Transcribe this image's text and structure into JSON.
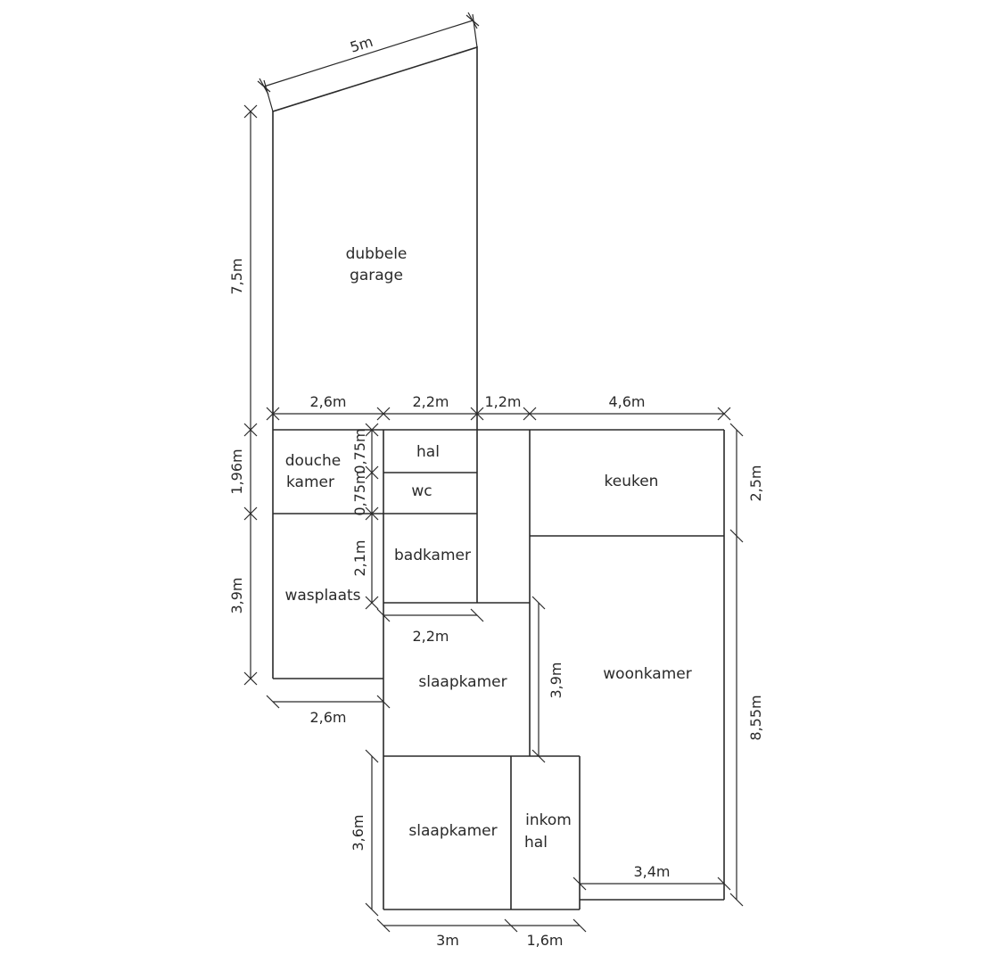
{
  "rooms": {
    "garage": [
      "dubbele",
      "garage"
    ],
    "douchekamer": [
      "douche",
      "kamer"
    ],
    "hal": "hal",
    "wc": "wc",
    "badkamer": "badkamer",
    "wasplaats": "wasplaats",
    "keuken": "keuken",
    "woonkamer": "woonkamer",
    "slaapkamer1": "slaapkamer",
    "slaapkamer2": "slaapkamer",
    "inkomhal": [
      "inkom",
      "hal"
    ]
  },
  "dimensions": {
    "garage_width": "5m",
    "garage_depth": "7,5m",
    "douche_width": "2,6m",
    "hal_width": "2,2m",
    "gang_width": "1,2m",
    "keuken_width": "4,6m",
    "douche_depth": "1,96m",
    "hal_depth": "0,75m",
    "wc_depth": "0,75m",
    "badkamer_depth": "2,1m",
    "wasplaats_depth": "3,9m",
    "keuken_depth": "2,5m",
    "woonkamer_depth": "8,55m",
    "slaapkamer_width": "2,2m",
    "wasplaats_width": "2,6m",
    "slaapkamer_depth": "3,9m",
    "slaapkamer2_depth": "3,6m",
    "slaapkamer2_width": "3m",
    "inkom_width": "1,6m",
    "woonkamer_bottom_width": "3,4m"
  }
}
